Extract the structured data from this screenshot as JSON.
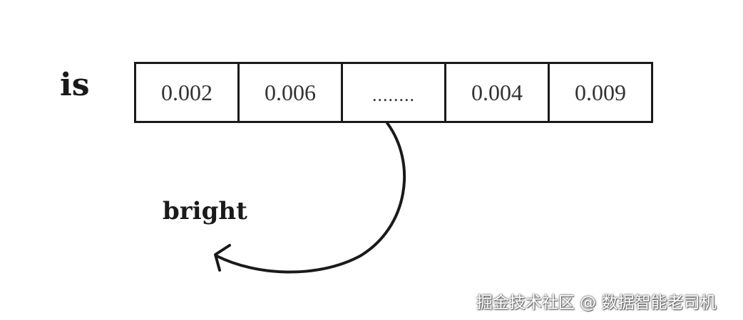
{
  "word": "is",
  "vector_cells": [
    {
      "value": "0.002"
    },
    {
      "value": "0.006"
    },
    {
      "value": "........"
    },
    {
      "value": "0.004"
    },
    {
      "value": "0.009"
    }
  ],
  "arrow_target_word": "bright",
  "watermark": "掘金技术社区 @ 数据智能老司机",
  "colors": {
    "line": "#1a1a1a",
    "cell_text": "#333333",
    "background": "#ffffff"
  }
}
